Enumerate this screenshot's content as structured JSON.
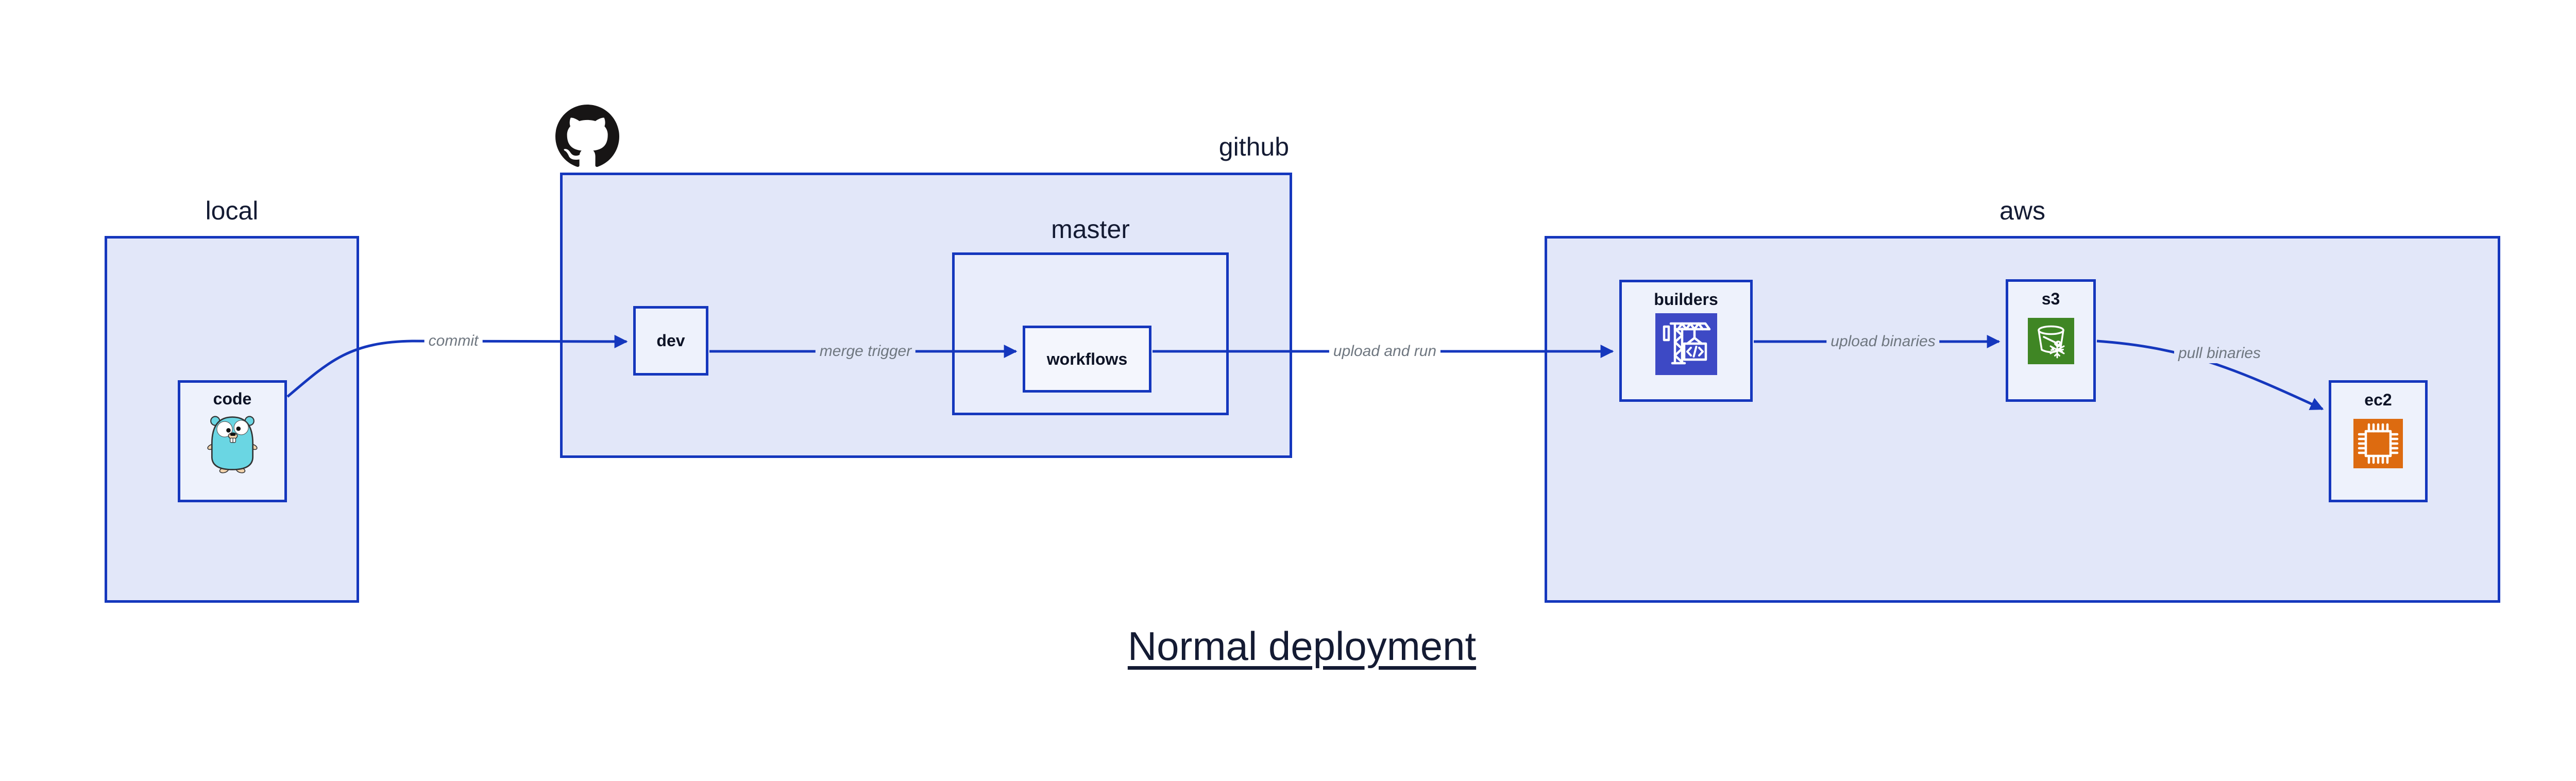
{
  "title": {
    "text": "Normal deployment"
  },
  "groups": {
    "local": {
      "label": "local"
    },
    "github": {
      "label": "github"
    },
    "master": {
      "label": "master"
    },
    "aws": {
      "label": "aws"
    }
  },
  "nodes": {
    "code": {
      "label": "code",
      "icon": "go-gopher-icon"
    },
    "dev": {
      "label": "dev"
    },
    "workflows": {
      "label": "workflows"
    },
    "builders": {
      "label": "builders",
      "icon": "codebuild-crane-icon"
    },
    "s3": {
      "label": "s3",
      "icon": "s3-bucket-snowflake-icon"
    },
    "ec2": {
      "label": "ec2",
      "icon": "ec2-chip-icon"
    }
  },
  "edges": {
    "commit": {
      "label": "commit"
    },
    "merge_trigger": {
      "label": "merge trigger"
    },
    "upload_and_run": {
      "label": "upload and run"
    },
    "upload_binaries": {
      "label": "upload binaries"
    },
    "pull_binaries": {
      "label": "pull binaries"
    }
  },
  "icons": {
    "github_logo": "github-octocat-icon"
  },
  "colors": {
    "arrow_blue": "#1537bd",
    "group_fill": "#e2e7f9",
    "master_fill": "#e9edfb",
    "node_fill": "#eef2fc",
    "workflows_fill": "#f4f6fd",
    "navy_text": "#141b33",
    "edge_label_gray": "#6f7780",
    "codebuild_indigo": "#3d49c5",
    "s3_green": "#3f8624",
    "ec2_orange": "#dd6b10",
    "octocat_black": "#171515",
    "gopher_cyan": "#6ad6e3",
    "page_bg": "#ffffff"
  }
}
